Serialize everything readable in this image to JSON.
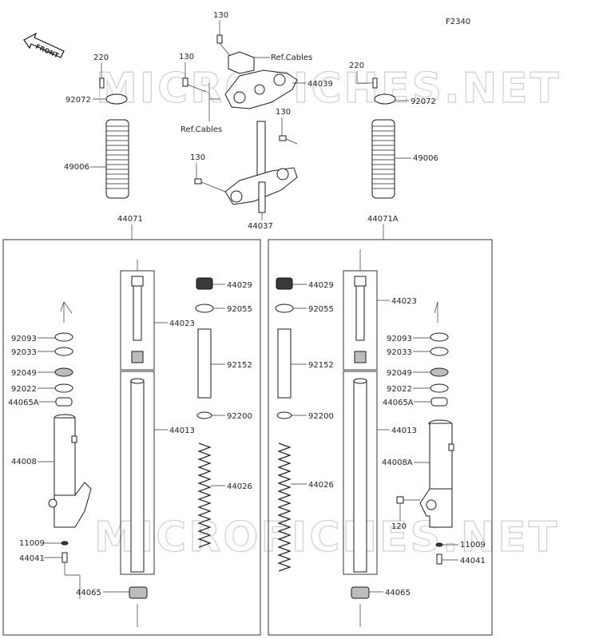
{
  "diagram_code": "F2340",
  "front_label": "FRONT",
  "watermark": "MICROFICHES.NET",
  "top": {
    "bolt_130_a": "130",
    "ref_cables_a": "Ref.Cables",
    "bolt_130_b": "130",
    "upper_bracket": "44039",
    "ref_cables_b": "Ref.Cables",
    "bolt_130_c": "130",
    "bolt_130_d": "130",
    "lower_bracket": "44037",
    "left_220": "220",
    "left_clamp": "92072",
    "left_boot": "49006",
    "right_220": "220",
    "right_clamp": "92072",
    "right_boot": "49006"
  },
  "left_fork": {
    "assembly": "44071",
    "cap": "44029",
    "oring": "92055",
    "cylinder": "44023",
    "seal": "92093",
    "ring_a": "92033",
    "seal_b": "92049",
    "washer": "92022",
    "bushing": "44065A",
    "pipe": "92152",
    "washer_b": "92200",
    "inner_tube": "44013",
    "outer_tube": "44008",
    "spring": "44026",
    "gasket": "11009",
    "bolt": "44041",
    "bushing_b": "44065"
  },
  "right_fork": {
    "assembly": "44071A",
    "cap": "44029",
    "oring": "92055",
    "cylinder": "44023",
    "seal": "92093",
    "ring_a": "92033",
    "seal_b": "92049",
    "washer": "92022",
    "bushing": "44065A",
    "pipe": "92152",
    "washer_b": "92200",
    "inner_tube": "44013",
    "outer_tube": "44008A",
    "spring": "44026",
    "bolt_120": "120",
    "gasket": "11009",
    "bolt": "44041",
    "bushing_b": "44065"
  }
}
